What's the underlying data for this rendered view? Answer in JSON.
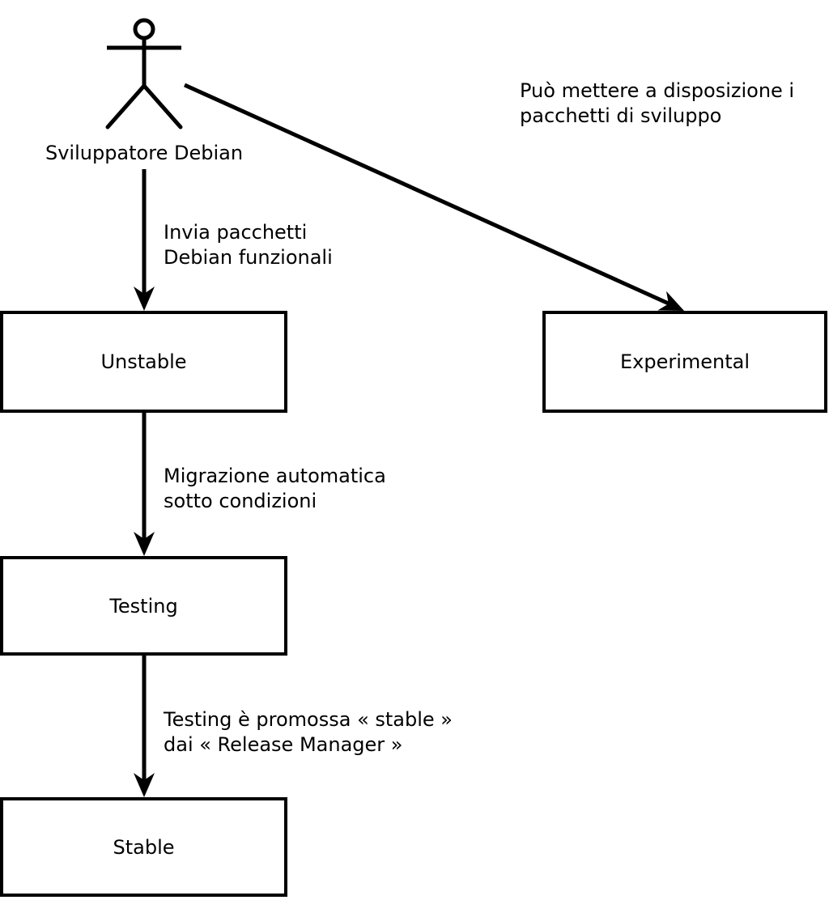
{
  "actor": {
    "label": "Sviluppatore Debian"
  },
  "boxes": {
    "unstable": {
      "label": "Unstable"
    },
    "experimental": {
      "label": "Experimental"
    },
    "testing": {
      "label": "Testing"
    },
    "stable": {
      "label": "Stable"
    }
  },
  "annotations": {
    "experimental_note": {
      "line1": "Può mettere a disposizione i",
      "line2": "pacchetti di sviluppo"
    },
    "upload_note": {
      "line1": "Invia pacchetti",
      "line2": "Debian funzionali"
    },
    "migration_note": {
      "line1": "Migrazione automatica",
      "line2": "sotto condizioni"
    },
    "promotion_note": {
      "line1": "Testing è promossa « stable »",
      "line2": "dai « Release Manager »"
    }
  },
  "colors": {
    "stroke": "#000000",
    "background": "#ffffff",
    "text": "#000000"
  }
}
